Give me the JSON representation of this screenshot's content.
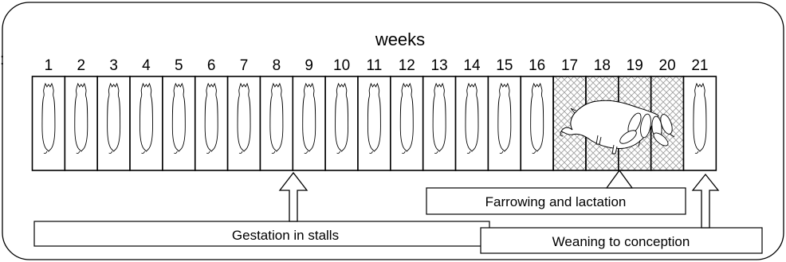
{
  "title": "weeks",
  "edge_mark": ":",
  "weeks": [
    "1",
    "2",
    "3",
    "4",
    "5",
    "6",
    "7",
    "8",
    "9",
    "10",
    "11",
    "12",
    "13",
    "14",
    "15",
    "16",
    "17",
    "18",
    "19",
    "20",
    "21"
  ],
  "stall_types": [
    "stall",
    "stall",
    "stall",
    "stall",
    "stall",
    "stall",
    "stall",
    "stall",
    "stall",
    "stall",
    "stall",
    "stall",
    "stall",
    "stall",
    "stall",
    "stall",
    "farrowing",
    "farrowing",
    "farrowing",
    "farrowing",
    "stall"
  ],
  "phases": {
    "gestation": "Gestation in stalls",
    "farrowing": "Farrowing and lactation",
    "weaning": "Weaning to conception"
  },
  "icons": {
    "stall_sow": "sow-top-view-icon",
    "farrowing": "sow-nursing-piglets-icon",
    "arrow": "hollow-up-arrow-icon"
  },
  "colors": {
    "stroke": "#000000",
    "hatch": "#9a9a9a",
    "background": "#ffffff"
  }
}
